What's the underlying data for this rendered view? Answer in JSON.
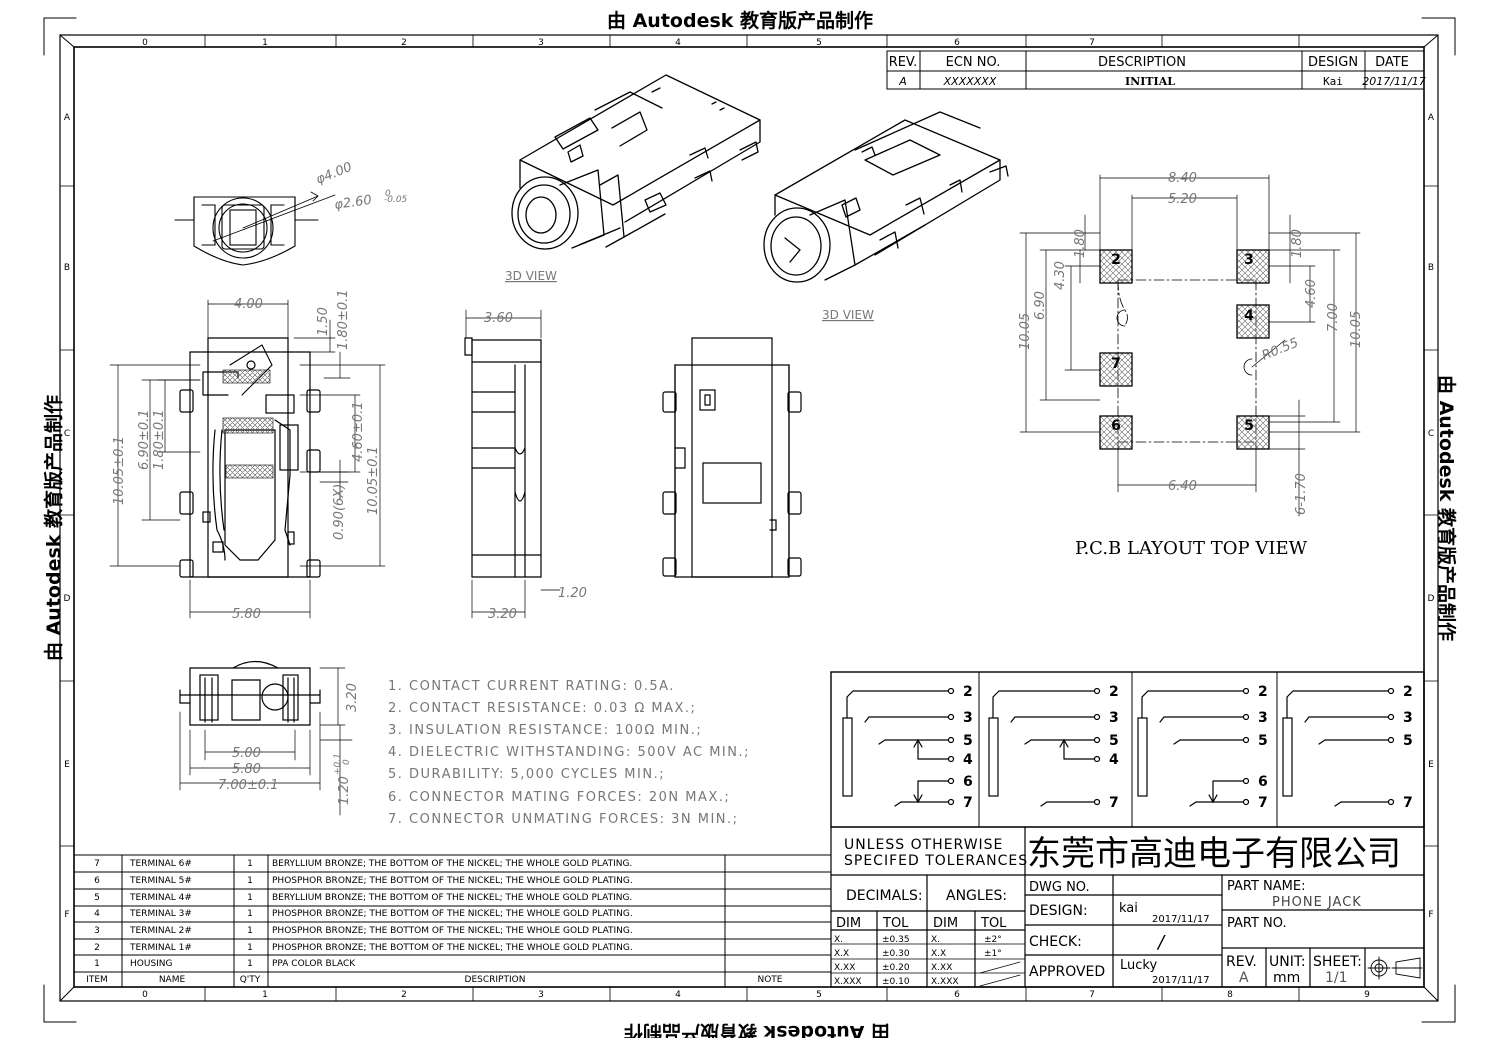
{
  "watermark": "由 Autodesk 教育版产品制作",
  "zones": {
    "cols": [
      "0",
      "1",
      "2",
      "3",
      "4",
      "5",
      "6",
      "7",
      "8",
      "9"
    ],
    "rows": [
      "A",
      "B",
      "C",
      "D",
      "E",
      "F"
    ]
  },
  "revision": {
    "headers": [
      "REV.",
      "ECN NO.",
      "DESCRIPTION",
      "DESIGN",
      "DATE"
    ],
    "row": [
      "A",
      "XXXXXXX",
      "INITIAL",
      "Kai",
      "2017/11/17"
    ]
  },
  "view_labels": {
    "view3d_1": "3D VIEW",
    "view3d_2": "3D VIEW",
    "pcb": "P.C.B LAYOUT TOP VIEW"
  },
  "dims": {
    "front_od": "φ4.00",
    "front_id": "φ2.60",
    "front_tol": "0",
    "front_tol2": "-0.05",
    "top_w400": "4.00",
    "top_150": "1.50",
    "top_180": "1.80±0.1",
    "top_1005l": "10.05±0.1",
    "top_690": "6.90±0.1",
    "top_180b": "1.80±0.1",
    "top_460": "4.60±0.1",
    "top_090": "0.90(6X)",
    "top_1005r": "10.05±0.1",
    "top_580": "5.80",
    "side_360": "3.60",
    "side_120": "1.20",
    "side_320": "3.20",
    "bot_320": "3.20",
    "bot_500": "5.00",
    "bot_580": "5.80",
    "bot_700": "7.00±0.1",
    "bot_120": "1.20",
    "bot_120tol": "+0.1",
    "bot_120tol2": "0",
    "pcb_840": "8.40",
    "pcb_520": "5.20",
    "pcb_180l": "1.80",
    "pcb_430": "4.30",
    "pcb_690": "6.90",
    "pcb_1005l": "10.05",
    "pcb_180r": "1.80",
    "pcb_460": "4.60",
    "pcb_700": "7.00",
    "pcb_1005r": "10.05",
    "pcb_r055": "R0.55",
    "pcb_640": "6.40",
    "pcb_6170": "6-1.70"
  },
  "pads": [
    "2",
    "3",
    "4",
    "7",
    "6",
    "5"
  ],
  "notes": [
    "1. CONTACT CURRENT RATING: 0.5A.",
    "2. CONTACT RESISTANCE: 0.03 Ω MAX.;",
    "3. INSULATION RESISTANCE: 100Ω MIN.;",
    "4. DIELECTRIC WITHSTANDING: 500V AC MIN.;",
    "5. DURABILITY: 5,000 CYCLES MIN.;",
    "6. CONNECTOR MATING FORCES: 20N    MAX.;",
    "7. CONNECTOR UNMATING FORCES: 3N MIN.;"
  ],
  "schematics": [
    {
      "pins": [
        "2",
        "3",
        "5",
        "4",
        "6",
        "7"
      ]
    },
    {
      "pins": [
        "2",
        "3",
        "5",
        "4",
        "7"
      ]
    },
    {
      "pins": [
        "2",
        "3",
        "5",
        "6",
        "7"
      ]
    },
    {
      "pins": [
        "2",
        "3",
        "5",
        "7"
      ]
    }
  ],
  "bom": {
    "headers": [
      "ITEM",
      "NAME",
      "Q'TY",
      "DESCRIPTION",
      "NOTE"
    ],
    "rows": [
      [
        "7",
        "TERMINAL 6#",
        "1",
        "BERYLLIUM BRONZE; THE BOTTOM OF THE NICKEL; THE WHOLE GOLD PLATING."
      ],
      [
        "6",
        "TERMINAL 5#",
        "1",
        "PHOSPHOR BRONZE; THE BOTTOM OF THE NICKEL; THE WHOLE GOLD PLATING."
      ],
      [
        "5",
        "TERMINAL 4#",
        "1",
        "BERYLLIUM BRONZE; THE BOTTOM OF THE NICKEL; THE WHOLE GOLD PLATING."
      ],
      [
        "4",
        "TERMINAL 3#",
        "1",
        "PHOSPHOR BRONZE; THE BOTTOM OF THE NICKEL; THE WHOLE GOLD PLATING."
      ],
      [
        "3",
        "TERMINAL 2#",
        "1",
        "PHOSPHOR BRONZE; THE BOTTOM OF THE NICKEL; THE WHOLE GOLD PLATING."
      ],
      [
        "2",
        "TERMINAL 1#",
        "1",
        "PHOSPHOR BRONZE; THE BOTTOM OF THE NICKEL; THE WHOLE GOLD PLATING."
      ],
      [
        "1",
        "HOUSING",
        "1",
        "PPA   COLOR BLACK"
      ]
    ]
  },
  "title_block": {
    "tol_header": "UNLESS OTHERWISE\nSPECIFED TOLERANCES",
    "company": "东莞市高迪电子有限公司",
    "decimals": "DECIMALS:",
    "angles": "ANGLES:",
    "dim": "DIM",
    "tol": "TOL",
    "dec_rows": [
      [
        "X.",
        "±0.35"
      ],
      [
        "X.X",
        "±0.30"
      ],
      [
        "X.XX",
        "±0.20"
      ],
      [
        "X.XXX",
        "±0.10"
      ]
    ],
    "ang_rows": [
      [
        "X.",
        "±2°"
      ],
      [
        "X.X",
        "±1°"
      ],
      [
        "X.XX",
        ""
      ],
      [
        "X.XXX",
        ""
      ]
    ],
    "dwg_no": "DWG NO.",
    "design": "DESIGN:",
    "design_name": "kai",
    "design_date": "2017/11/17",
    "check": "CHECK:",
    "check_val": "/",
    "approved": "APPROVED",
    "approved_name": "Lucky",
    "approved_date": "2017/11/17",
    "part_name_label": "PART NAME:",
    "part_name": "PHONE JACK",
    "part_no_label": "PART NO.",
    "rev_label": "REV.",
    "rev_val": "A",
    "unit_label": "UNIT:",
    "unit_val": "mm",
    "sheet_label": "SHEET:",
    "sheet_val": "1/1"
  }
}
